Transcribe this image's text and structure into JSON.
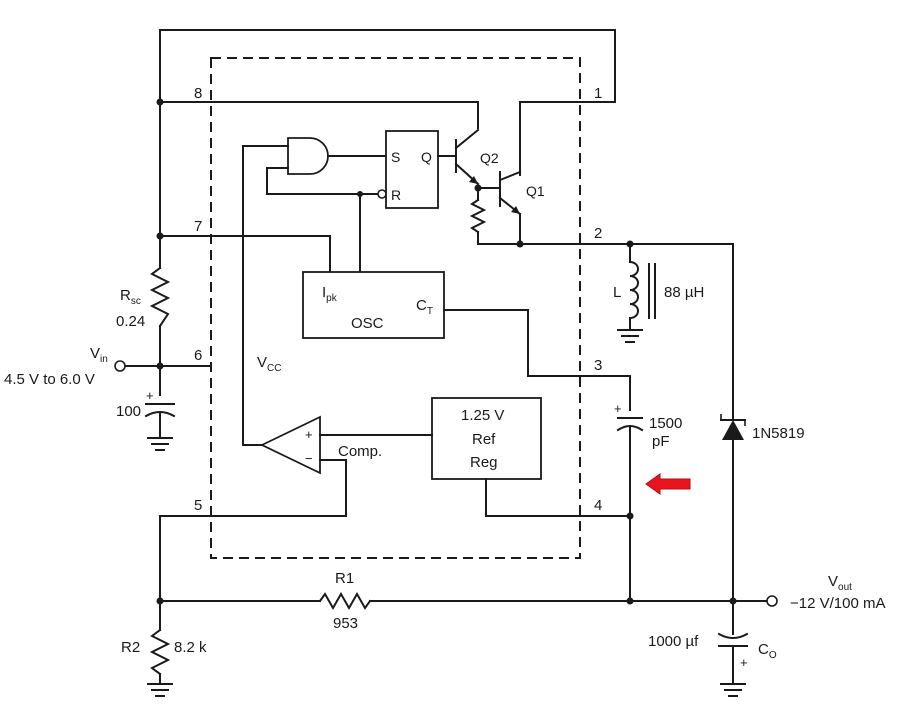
{
  "pins": {
    "p1": "1",
    "p2": "2",
    "p3": "3",
    "p4": "4",
    "p5": "5",
    "p6": "6",
    "p7": "7",
    "p8": "8"
  },
  "ic": {
    "flipflop": {
      "s": "S",
      "q": "Q",
      "r": "R"
    },
    "osc": {
      "label": "OSC",
      "ipk": "I",
      "ipk_sub": "pk",
      "ct": "C",
      "ct_sub": "T"
    },
    "ref": {
      "line1": "1.25 V",
      "line2": "Ref",
      "line3": "Reg"
    },
    "comparator": {
      "label": "Comp.",
      "plus": "+",
      "minus": "−"
    },
    "vcc": {
      "main": "V",
      "sub": "CC"
    },
    "q1": "Q1",
    "q2": "Q2"
  },
  "components": {
    "rsc": {
      "main": "R",
      "sub": "sc",
      "value": "0.24"
    },
    "vin": {
      "main": "V",
      "sub": "in",
      "range": "4.5 V to 6.0 V"
    },
    "cin": {
      "value": "100",
      "polarity": "+"
    },
    "inductor": {
      "label": "L",
      "value": "88 µH"
    },
    "ct": {
      "value1": "1500",
      "value2": "pF",
      "polarity": "+"
    },
    "diode": {
      "label": "1N5819"
    },
    "r1": {
      "label": "R1",
      "value": "953"
    },
    "r2": {
      "label": "R2",
      "value": "8.2 k"
    },
    "co": {
      "value": "1000 µf",
      "main": "C",
      "sub": "O",
      "polarity": "+"
    },
    "vout": {
      "main": "V",
      "sub": "out",
      "value": "−12 V/100 mA"
    }
  },
  "colors": {
    "wire": "#1a1a1a",
    "arrow": "#e8141e"
  },
  "annotation": {
    "icon": "left-arrow-icon"
  }
}
